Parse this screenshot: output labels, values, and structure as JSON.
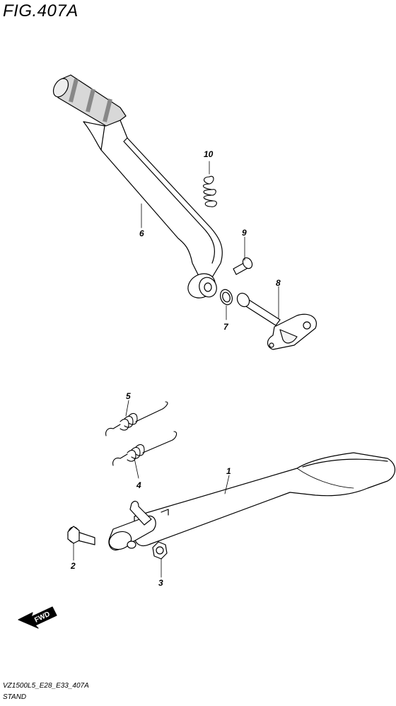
{
  "header": {
    "title": "FIG.407A"
  },
  "footer": {
    "model_code": "VZ1500L5_E28_E33_407A",
    "group_name": "STAND"
  },
  "fwd_arrow": {
    "label": "FWD"
  },
  "parts": [
    {
      "id": "p1",
      "number": "1"
    },
    {
      "id": "p2",
      "number": "2"
    },
    {
      "id": "p3",
      "number": "3"
    },
    {
      "id": "p4",
      "number": "4"
    },
    {
      "id": "p5",
      "number": "5"
    },
    {
      "id": "p6",
      "number": "6"
    },
    {
      "id": "p7",
      "number": "7"
    },
    {
      "id": "p8",
      "number": "8"
    },
    {
      "id": "p9",
      "number": "9"
    },
    {
      "id": "p10",
      "number": "10"
    }
  ]
}
